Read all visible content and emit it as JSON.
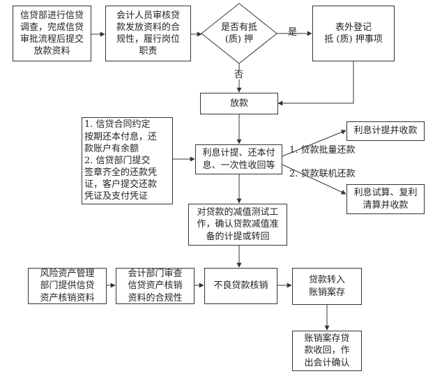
{
  "nodes": {
    "credit_dept_review": "信贷部进行信贷\n调查，完成信贷\n审批流程后提交\n放款资料",
    "accounting_review": "会计人员审核贷\n款发放资料的合\n规性，履行岗位\n职责",
    "collateral_decision": "是否有抵\n(质) 押",
    "off_balance_register": "表外登记\n抵 (质) 押事项",
    "disbursement": "放款",
    "repayment_conditions": "1. 信贷合同约定\n按期还本付息，还\n款账户有余额\n2. 信贷部门提交\n签章齐全的还款凭\n证，客户提交还款\n凭证及支付凭证",
    "interest_repayment": "利息计提、还本付\n息、一次性收回等",
    "interest_accrual_collect": "利息计提并收款",
    "interest_calc_settle": "利息试算、复利\n清算并收款",
    "impairment_test": "对贷款的减值测试工\n作，确认贷款减值准\n备的计提或转回",
    "risk_asset_dept": "风险资产管理\n部门提供信贷\n资产核销资料",
    "accounting_writeoff_review": "会计部门审查\n信贷资产核销\n资料的合规性",
    "bad_loan_writeoff": "不良贷款核销",
    "transfer_archive": "贷款转入\n账销案存",
    "archived_recovery": "账销案存贷\n款收回，作\n出会计确认"
  },
  "edge_labels": {
    "yes": "是",
    "no": "否",
    "batch_repay": "1. 贷款批量还款",
    "online_repay": "2. 贷款联机还款"
  },
  "colors": {
    "stroke": "#333333",
    "background": "#ffffff"
  }
}
